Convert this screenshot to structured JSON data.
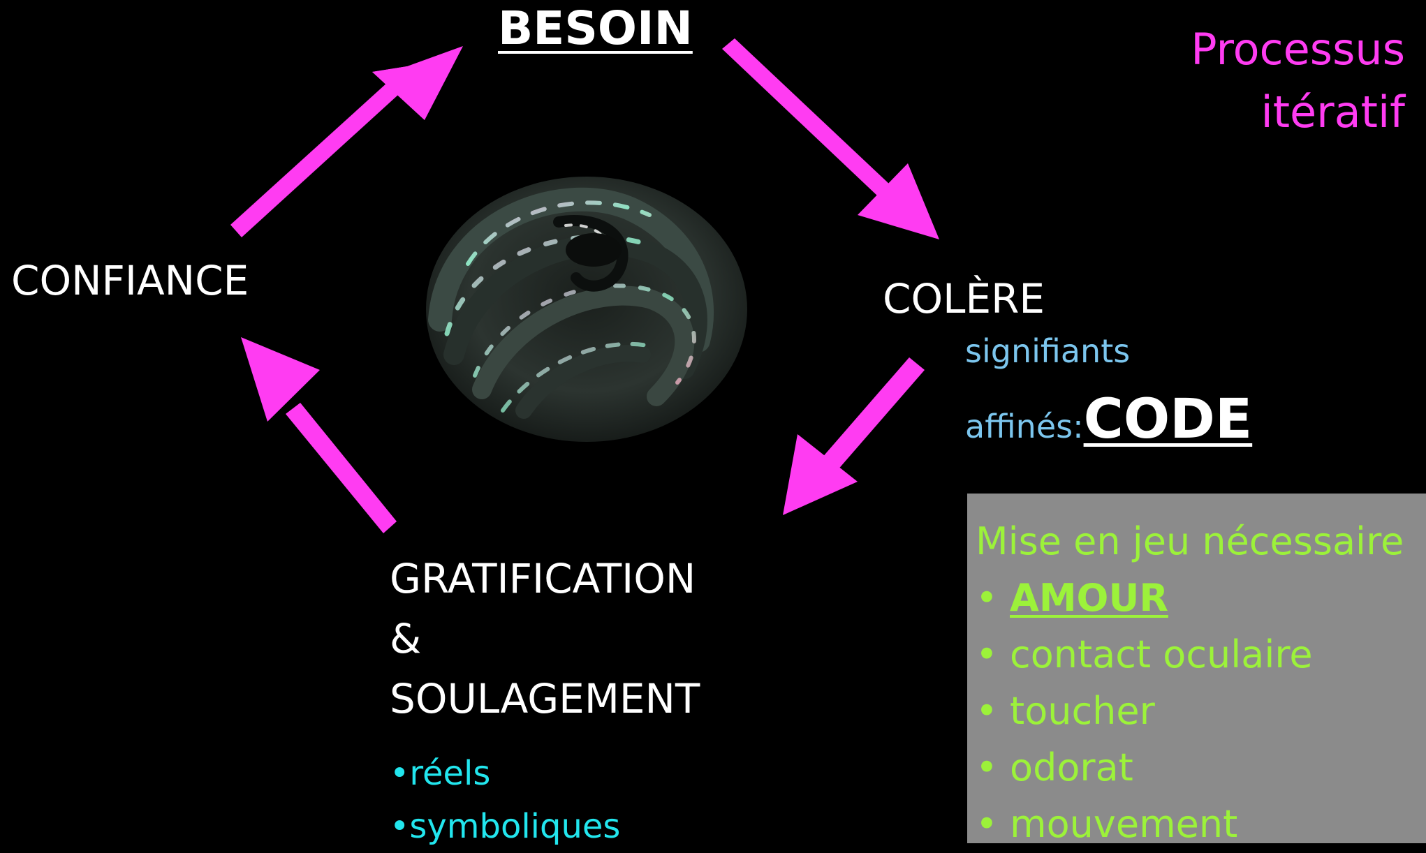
{
  "nodes": {
    "besoin": "BESOIN",
    "colere": "COLÈRE",
    "confiance": "CONFIANCE",
    "gratification_lines": [
      "GRATIFICATION",
      "&",
      "SOULAGEMENT"
    ]
  },
  "process_label": [
    "Processus",
    "itératif"
  ],
  "colere_sub": {
    "line1": "signifiants",
    "line2_prefix": "affinés:",
    "code": "CODE"
  },
  "gratification_bullets": [
    "•réels",
    "•symboliques"
  ],
  "box": {
    "title": "Mise en jeu nécessaire",
    "bullet_char": "•",
    "items": [
      "AMOUR",
      "contact oculaire",
      "toucher",
      "odorat",
      "mouvement"
    ]
  },
  "colors": {
    "background": "#000000",
    "arrow": "#ff3cf2",
    "process_label": "#ff3cf2",
    "sub_blue": "#7cc6ee",
    "bullets_cyan": "#22e6ee",
    "box_fill": "#8b8b8b",
    "box_text": "#9cf23a"
  },
  "icons": {
    "center_image": "glass-swirl-sculpture-icon",
    "arrows": [
      "arrow-up-right",
      "arrow-down-right",
      "arrow-down-left",
      "arrow-up-left"
    ]
  }
}
